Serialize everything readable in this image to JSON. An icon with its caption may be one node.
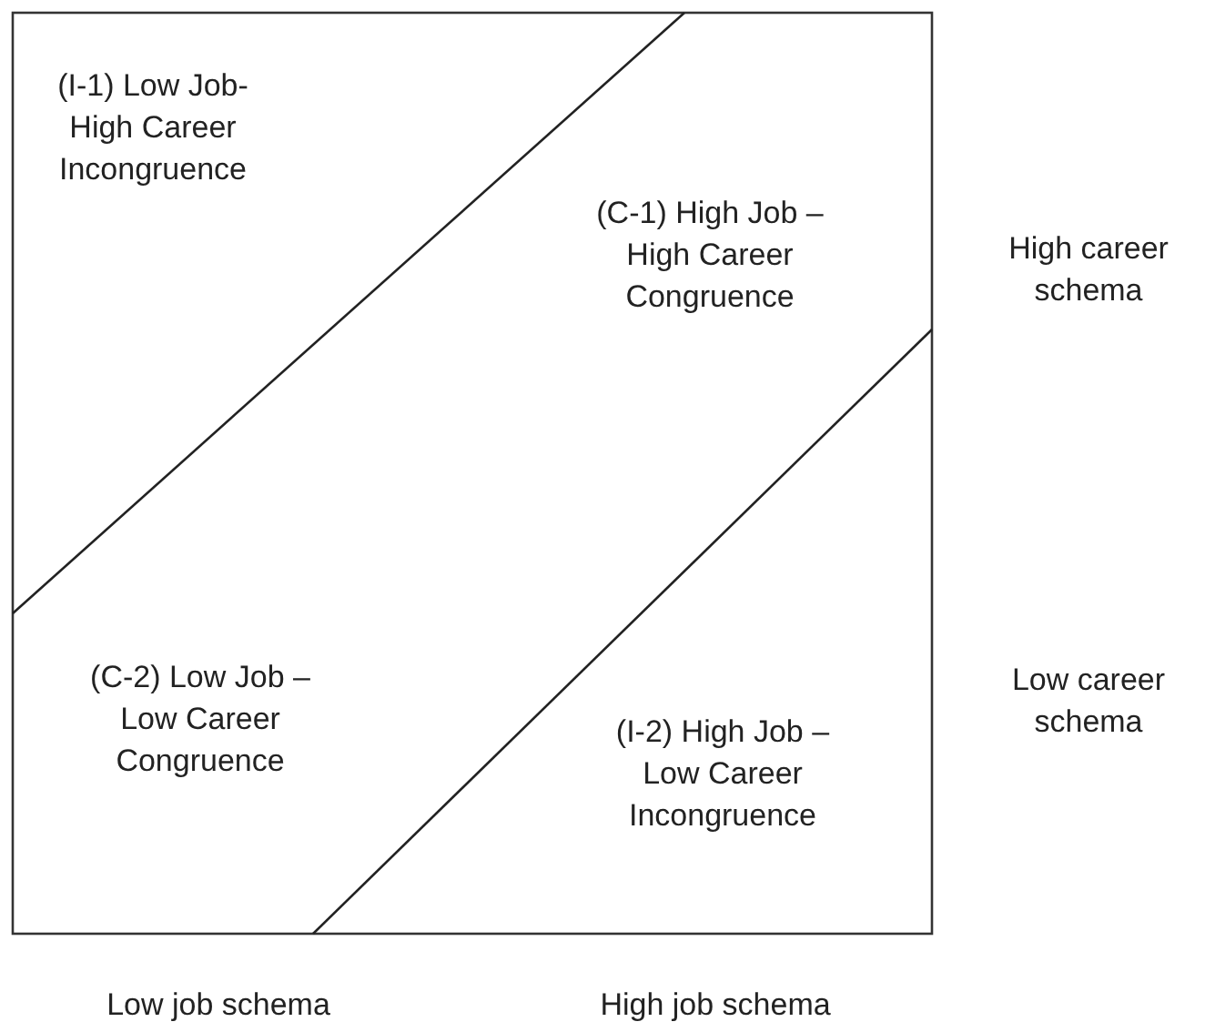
{
  "diagram": {
    "labels": [
      "(I-1) Low Job- High Career Incongruence",
      "(C-1) High Job – High Career Congruence",
      "High career schema",
      "(C-2) Low Job – Low Career Congruence",
      "Low career schema",
      "(I-2) High Job – Low Career Incongruence",
      "Low job schema",
      "High job schema"
    ]
  }
}
